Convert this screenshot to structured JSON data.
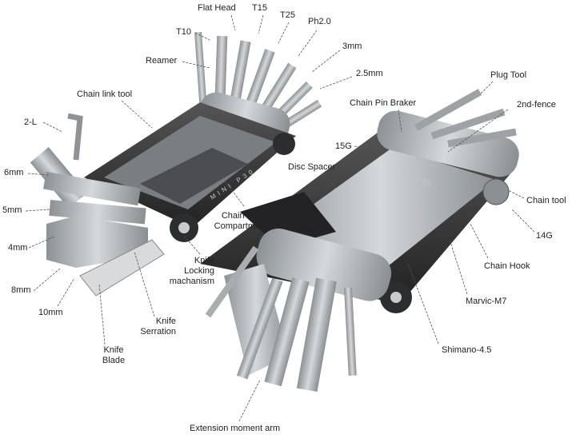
{
  "labels": {
    "flat_head": "Flat Head",
    "t15": "T15",
    "t25": "T25",
    "ph20": "Ph2.0",
    "t10": "T10",
    "mm3": "3mm",
    "reamer": "Reamer",
    "mm25": "2.5mm",
    "plug_tool": "Plug Tool",
    "chain_link_tool": "Chain link tool",
    "chain_pin_braker": "Chain Pin Braker",
    "second_fence": "2nd-fence",
    "two_l": "2-L",
    "g15": "15G",
    "disc_spacer": "Disc Spacer",
    "mm6": "6mm",
    "chain_tool": "Chain tool",
    "mm5": "5mm",
    "chain_link_compartment_1": "Chain link",
    "chain_link_compartment_2": "Compartment",
    "g14": "14G",
    "mm4": "4mm",
    "knife_locking_1": "Knife",
    "knife_locking_2": "Locking",
    "knife_locking_3": "machanism",
    "chain_hook": "Chain Hook",
    "mm8": "8mm",
    "marvic_m7": "Marvic-M7",
    "mm10": "10mm",
    "knife_serration_1": "Knife",
    "knife_serration_2": "Serration",
    "knife_blade_1": "Knife",
    "knife_blade_2": "Blade",
    "shimano_45": "Shimano-4.5",
    "extension_moment_arm": "Extension moment arm"
  },
  "engravings": {
    "model": "MINI P30",
    "brand": "TOPEAK"
  },
  "colors": {
    "steel": "#a9adb0",
    "steel_light": "#d3d6d8",
    "body_dark": "#3a3b3d",
    "leader": "#555555"
  }
}
